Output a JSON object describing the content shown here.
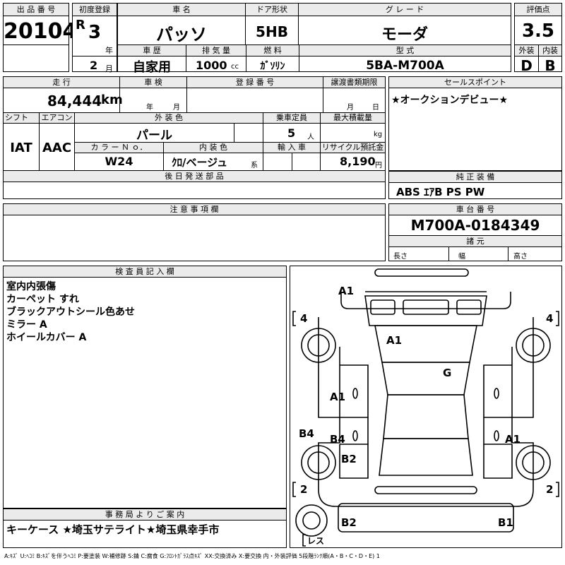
{
  "header": {
    "lot_label": "出 品 番 号",
    "lot_number": "20104",
    "first_reg_label": "初度登録",
    "era": "R",
    "reg_year": "3",
    "year_unit": "年",
    "reg_month": "2",
    "month_unit": "月",
    "car_name_label": "車 名",
    "car_name": "パッソ",
    "door_label": "ドア形状",
    "door": "5HB",
    "grade_label": "グ レ ー ド",
    "grade": "モーダ",
    "score_label": "評価点",
    "score": "3.5",
    "history_label": "車 歴",
    "history": "自家用",
    "displacement_label": "排 気 量",
    "displacement": "1000",
    "displacement_unit": "cc",
    "fuel_label": "燃 料",
    "fuel": "ｶﾞｿﾘﾝ",
    "model_label": "型 式",
    "model": "5BA-M700A",
    "exterior_label": "外装",
    "exterior_grade": "D",
    "interior_label": "内装",
    "interior_grade": "B"
  },
  "spec": {
    "mileage_label": "走 行",
    "mileage": "84,444",
    "mileage_unit": "km",
    "inspection_label": "車 検",
    "insp_year_unit": "年",
    "insp_month_unit": "月",
    "regno_label": "登 録 番 号",
    "transfer_label": "譲渡書類期限",
    "transfer_month_unit": "月",
    "transfer_day_unit": "日",
    "shift_label": "シフト",
    "shift": "IAT",
    "ac_label": "エアコン",
    "ac": "AAC",
    "color_label": "外 装 色",
    "color": "パール",
    "capacity_label": "乗車定員",
    "capacity": "5",
    "capacity_unit": "人",
    "maxload_label": "最大積載量",
    "maxload_unit": "kg",
    "colorno_label": "カ ラ ー Ｎ ｏ．",
    "colorno": "W24",
    "interior_color_label": "内 装 色",
    "interior_color": "ｸﾛ/ベージュ",
    "interior_color_unit": "系",
    "import_label": "輸 入 車",
    "recycle_label": "リサイクル預託金",
    "recycle": "8,190",
    "recycle_unit": "円",
    "later_parts_label": "後 日 発 送 部 品"
  },
  "sales": {
    "label": "セールスポイント",
    "text": "★オークションデビュー★"
  },
  "equipment": {
    "label": "純 正 装 備",
    "text": "ABS ｴｱB PS PW"
  },
  "notes": {
    "label": "注 意 事 項 欄"
  },
  "chassis": {
    "label": "車 台 番 号",
    "number": "M700A-0184349",
    "spec_label": "諸 元",
    "length_label": "長さ",
    "width_label": "幅",
    "height_label": "高さ"
  },
  "inspector": {
    "label": "検 査 員 記 入 欄",
    "lines": [
      "室内内張傷",
      "カーペット すれ",
      "ブラックアウトシール色あせ",
      "ミラー A",
      "ホイールカバー A"
    ]
  },
  "office": {
    "label": "事 務 局 よ り ご 案 内",
    "text": "キーケース ★埼玉サテライト★埼玉県幸手市"
  },
  "diagram": {
    "marks": {
      "a1_front": "A1",
      "a1_roof": "A1",
      "g_glass": "G",
      "a1_left_door": "A1",
      "b4_left_rocker": "B4",
      "b4_left_rear": "B4",
      "a1_right_rear": "A1",
      "b2_left_quarter": "B2",
      "b2_rear_left": "B2",
      "b1_rear_right": "B1",
      "tire_fl": "4",
      "tire_fr": "4",
      "tire_rl": "2",
      "tire_rr": "2",
      "spare": "レス"
    }
  },
  "legend": "A:ｷｽﾞ U:ﾍｺﾐ B:ｷｽﾞを伴うﾍｺﾐ P:要塗装 W:補修跡 S:錆 C:腐食 G:ﾌﾛﾝﾄｶﾞﾗｽ点ｷｽﾞ XX:交換済み X:要交換 内・外装評価 5段階ﾗﾝｸ順(A・B・C・D・E) 1"
}
